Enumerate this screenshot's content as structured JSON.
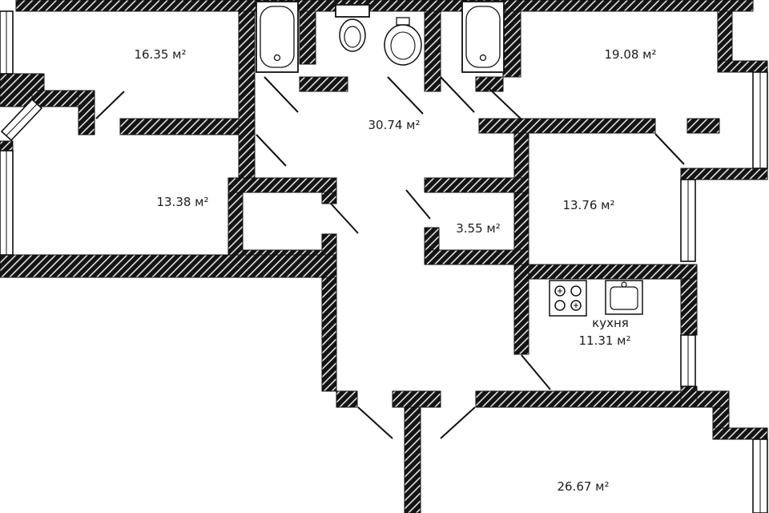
{
  "plan": {
    "type": "apartment-floor-plan",
    "unit_suffix": "м²",
    "rooms": [
      {
        "name": "room-top-left",
        "area_label": "16.35 м²"
      },
      {
        "name": "room-top-right",
        "area_label": "19.08 м²"
      },
      {
        "name": "hall-center",
        "area_label": "30.74 м²"
      },
      {
        "name": "room-mid-left",
        "area_label": "13.38 м²"
      },
      {
        "name": "storage-small",
        "area_label": "3.55 м²"
      },
      {
        "name": "room-mid-right",
        "area_label": "13.76 м²"
      },
      {
        "name": "kitchen",
        "name_label": "кухня",
        "area_label": "11.31 м²"
      },
      {
        "name": "room-bottom",
        "area_label": "26.67 м²"
      }
    ],
    "fixtures": [
      "bathtub",
      "toilet",
      "washbasin",
      "bathtub",
      "stove-4-burner",
      "kitchen-sink"
    ],
    "colors": {
      "wall": "#141414",
      "line": "#111111",
      "background": "#ffffff",
      "text": "#1c1c1c"
    }
  }
}
